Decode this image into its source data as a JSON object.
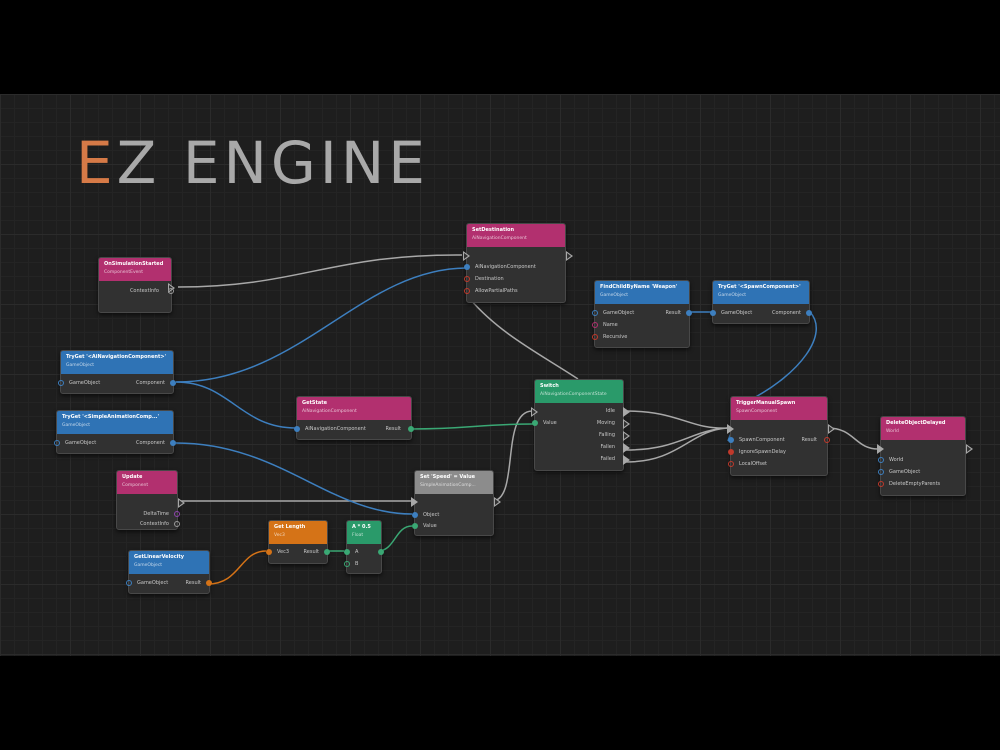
{
  "logo": {
    "first_letter": "E",
    "rest": "Z ENGINE"
  },
  "colors": {
    "pink": "#b2306f",
    "blue": "#2f73b5",
    "green": "#2a9a6a",
    "orange": "#d57317",
    "gray": "#8c8c8c",
    "wire_blue": "#3d7fbf",
    "wire_green": "#3aa874",
    "wire_orange": "#d57317",
    "wire_exec": "#a8a8a8"
  },
  "nodes": {
    "on_simulation_started": {
      "title": "OnSimulationStarted",
      "subtitle": "ComponentEvent",
      "pins": [
        "ContextInfo"
      ]
    },
    "set_destination": {
      "title": "SetDestination",
      "subtitle": "AiNavigationComponent",
      "pins": [
        "AiNavigationComponent",
        "Destination",
        "AllowPartialPaths"
      ]
    },
    "typeof_ai_navigation": {
      "title": "TryGet '<AiNavigationComponent>'",
      "subtitle": "GameObject",
      "pins": [
        "GameObject",
        "Component"
      ]
    },
    "typeof_animation": {
      "title": "TryGet '<SimpleAnimationComp...'",
      "subtitle": "GameObject",
      "pins": [
        "GameObject",
        "Component"
      ]
    },
    "find_child_by_name": {
      "title": "FindChildByName 'Weapon'",
      "subtitle": "GameObject",
      "pins": [
        "GameObject",
        "Result",
        "Name",
        "Recursive"
      ]
    },
    "typeof_spawn": {
      "title": "TryGet '<SpawnComponent>'",
      "subtitle": "GameObject",
      "pins": [
        "GameObject",
        "Component"
      ]
    },
    "get_state": {
      "title": "GetState",
      "subtitle": "AiNavigationComponent",
      "pins": [
        "AiNavigationComponent",
        "Result"
      ]
    },
    "switch": {
      "title": "Switch",
      "subtitle": "AiNavigationComponentState",
      "pins": [
        "Value",
        "Idle",
        "Moving",
        "Falling",
        "Fallen",
        "Failed"
      ]
    },
    "trigger_manual_spawn": {
      "title": "TriggerManualSpawn",
      "subtitle": "SpawnComponent",
      "pins": [
        "SpawnComponent",
        "Result",
        "IgnoreSpawnDelay",
        "LocalOffset"
      ]
    },
    "delete_object": {
      "title": "DeleteObjectDelayed",
      "subtitle": "World",
      "pins": [
        "World",
        "GameObject",
        "DeleteEmptyParents"
      ]
    },
    "update": {
      "title": "Update",
      "subtitle": "Component",
      "pins": [
        "DeltaTime",
        "ContextInfo"
      ]
    },
    "set_property": {
      "title": "Set 'Speed' = Value",
      "subtitle": "SimpleAnimationComp...",
      "pins": [
        "Object",
        "Value"
      ]
    },
    "get_linear_velocity": {
      "title": "GetLinearVelocity",
      "subtitle": "GameObject",
      "pins": [
        "GameObject",
        "Result"
      ]
    },
    "get_length": {
      "title": "Get Length",
      "subtitle": "Vec3",
      "pins": [
        "Vec3",
        "Result"
      ]
    },
    "multiply": {
      "title": "A * 0.5",
      "subtitle": "Float",
      "pins": [
        "A",
        "B"
      ]
    }
  }
}
